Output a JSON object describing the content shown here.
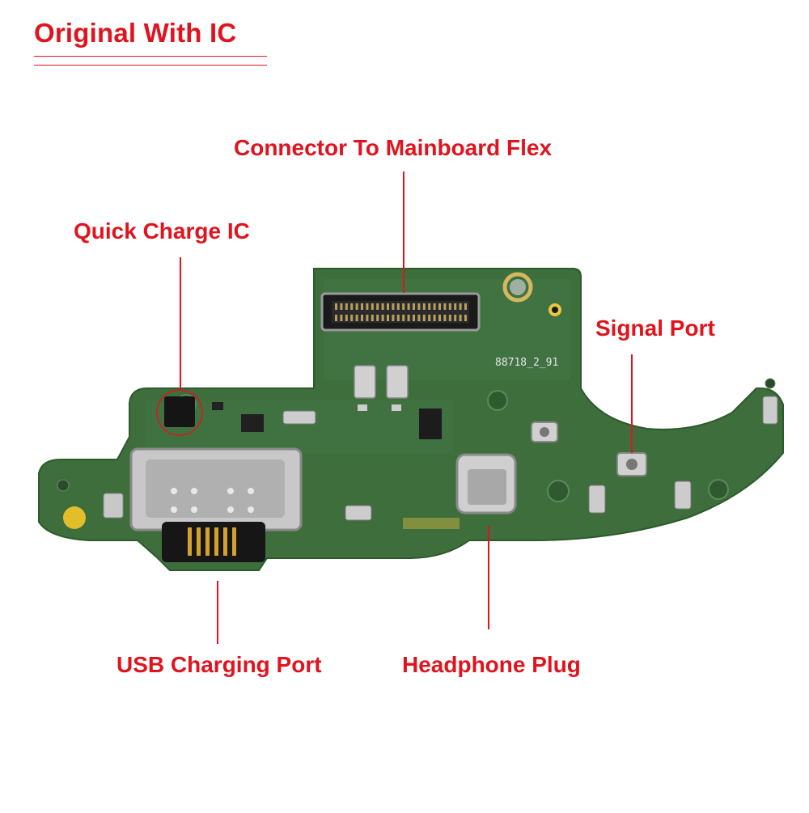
{
  "title": "Original With IC",
  "labels": {
    "connector": "Connector To Mainboard Flex",
    "quick_charge": "Quick Charge IC",
    "signal_port": "Signal Port",
    "usb_port": "USB Charging Port",
    "headphone": "Headphone Plug"
  },
  "board": {
    "silkscreen": "88718_2_91",
    "pcb_color": "#3d6e3c",
    "accent_color": "#e0141e"
  }
}
